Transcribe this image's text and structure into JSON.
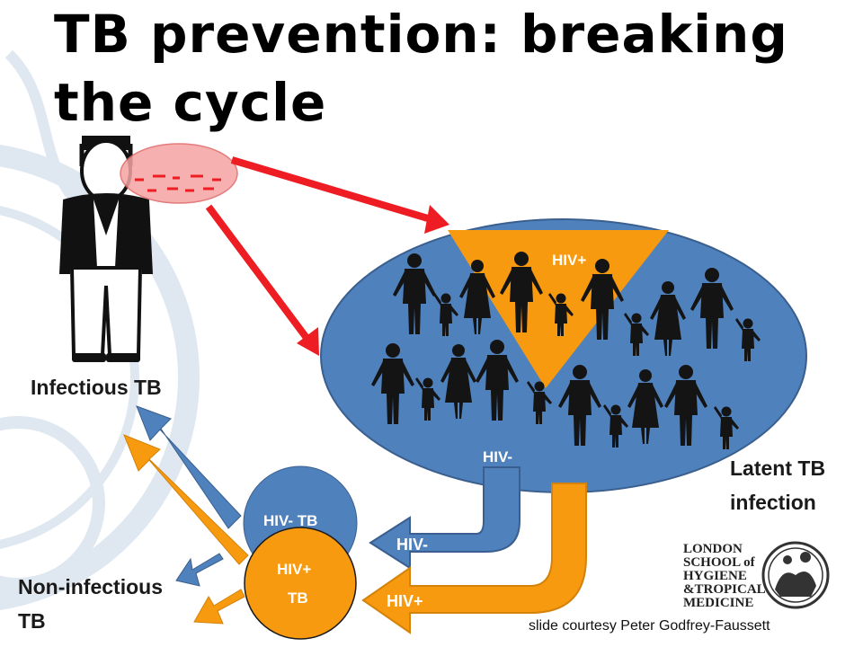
{
  "title": {
    "line1": "TB prevention: breaking",
    "line2": "the cycle"
  },
  "labels": {
    "infectious_tb": "Infectious TB",
    "latent_tb_line1": "Latent TB",
    "latent_tb_line2": "infection",
    "non_infectious_line1": "Non-infectious",
    "non_infectious_line2": "TB",
    "hiv_plus_triangle": "HIV+",
    "hiv_minus_population": "HIV-",
    "hiv_minus_arrow": "HIV-",
    "hiv_plus_arrow": "HIV+",
    "hiv_minus_tb": "HIV- TB",
    "hiv_plus_tb_line1": "HIV+",
    "hiv_plus_tb_line2": "TB"
  },
  "credit": "slide courtesy Peter Godfrey-Faussett",
  "logo": {
    "line1": "LONDON",
    "line2": "SCHOOL of",
    "line3": "HYGIENE",
    "line4": "&TROPICAL",
    "line5": "MEDICINE"
  },
  "colors": {
    "population_blue": "#4f81bd",
    "hiv_orange": "#f79a0f",
    "transmission_red": "#ee1d23",
    "droplet_pink": "#f5a3a3",
    "watermark": "#dfe7f0"
  },
  "icons": {
    "person": "person-silhouette-icon",
    "infectious_man": "man-figure-icon",
    "logo_crest": "crest-icon"
  }
}
